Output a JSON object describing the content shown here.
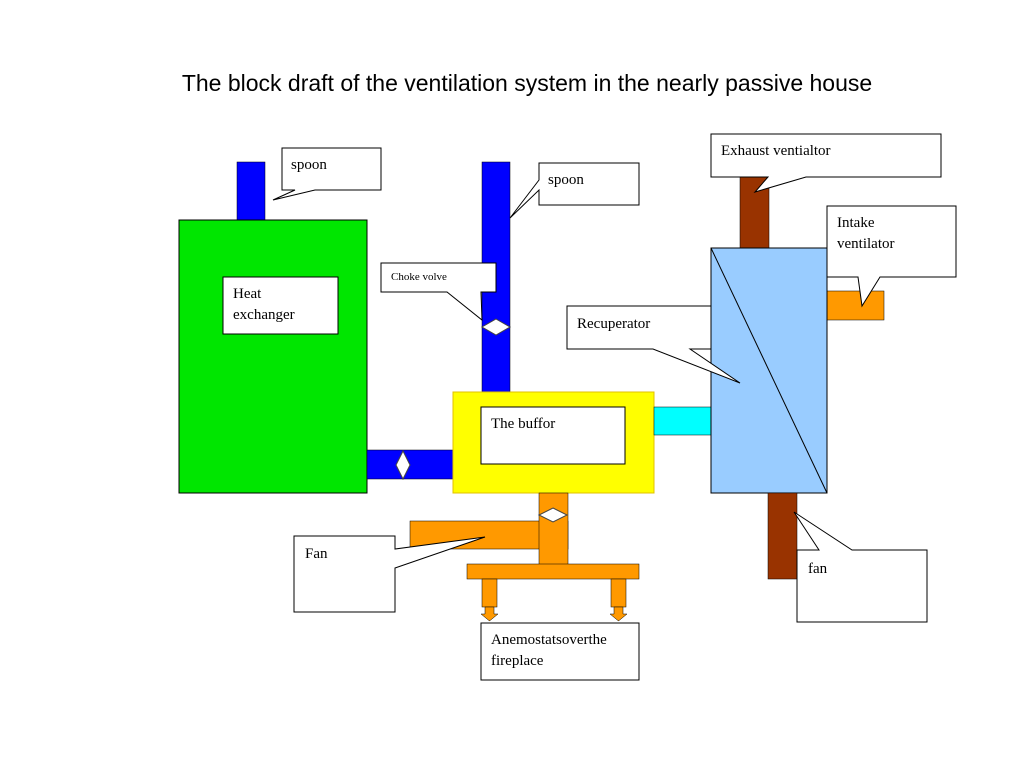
{
  "title": "The block draft of the ventilation system in the nearly passive house",
  "colors": {
    "heat_exchanger": "#00e600",
    "blue_pipe": "#0000ff",
    "buffer": "#ffff00",
    "connector": "#00ffff",
    "recuperator": "#99ccff",
    "brown_pipe": "#993300",
    "orange_pipe": "#ff9900"
  },
  "labels": {
    "spoon_left": "spoon",
    "spoon_right": "spoon",
    "heat_exchanger": [
      "Heat",
      "exchanger"
    ],
    "choke_valve": "Choke volve",
    "buffer": "The buffor",
    "recuperator": "Recuperator",
    "exhaust_ventilator": "Exhaust ventialtor",
    "intake_ventilator": [
      "Intake",
      "ventilator"
    ],
    "fan_left": "Fan",
    "fan_right": "fan",
    "anemostats": [
      "Anemostatsoverthe",
      "fireplace"
    ]
  },
  "icons": [
    "valve-icon",
    "anemostat-arrow-icon"
  ]
}
